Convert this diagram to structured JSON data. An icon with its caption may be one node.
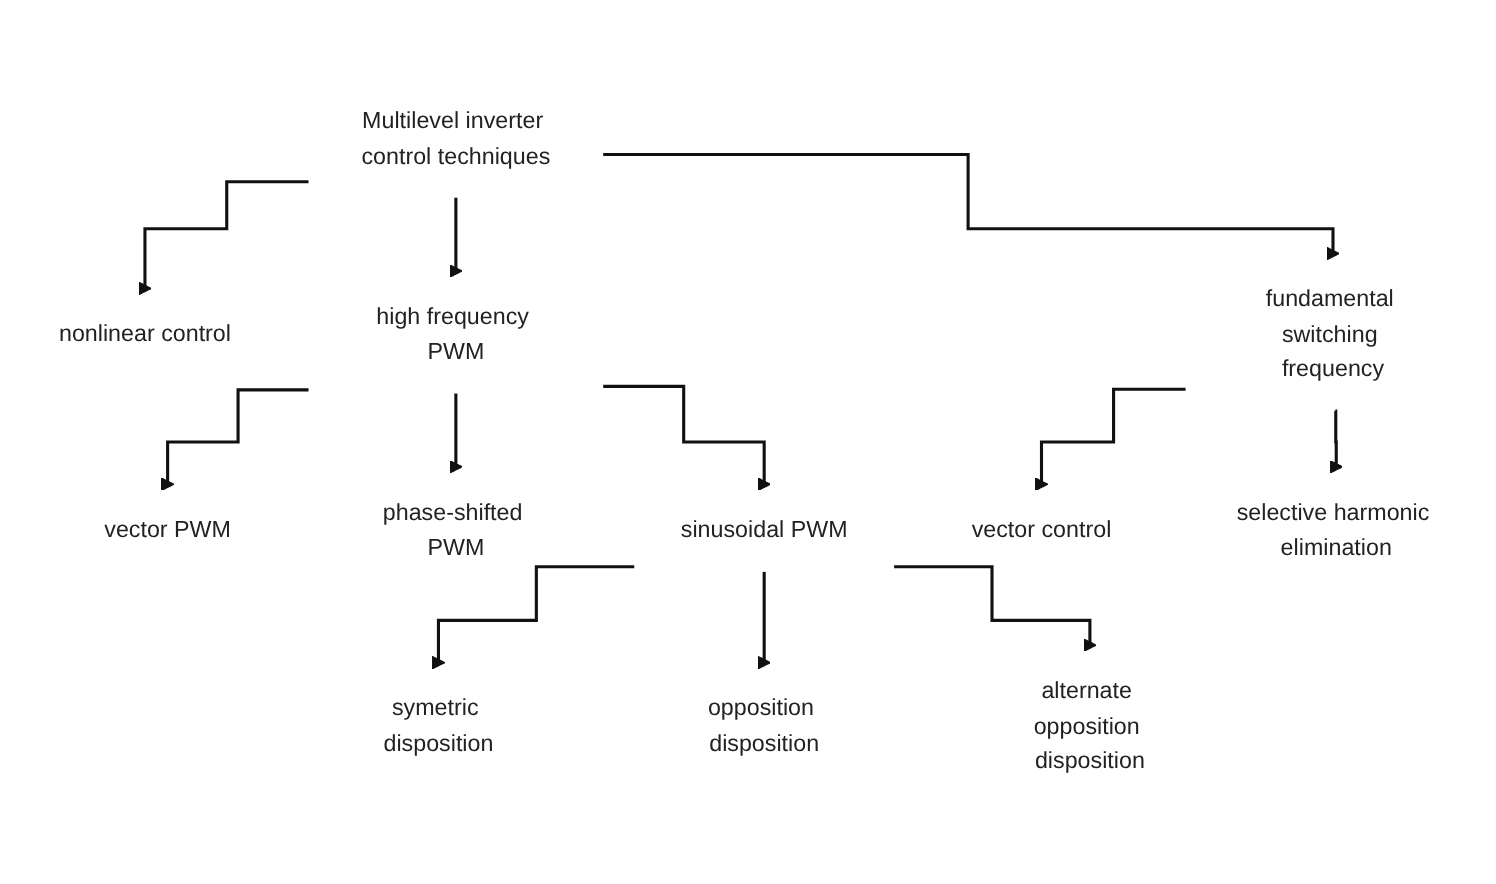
{
  "diagram": {
    "nodes": [
      {
        "text": [
          "Multilevel inverter control techniques"
        ]
      },
      {
        "text": [
          "nonlinear control"
        ]
      },
      {
        "text": [
          "high frequency PWM"
        ]
      },
      {
        "text": [
          "fundamental switching frequency"
        ]
      },
      {
        "text": [
          "vector PWM"
        ]
      },
      {
        "text": [
          "phase-shifted PWM"
        ]
      },
      {
        "text": [
          "sinusoidal PWM"
        ]
      },
      {
        "text": [
          "vector control"
        ]
      },
      {
        "text": [
          "selective harmonic elimination"
        ]
      },
      {
        "text": [
          "symetric disposition"
        ]
      },
      {
        "text": [
          "opposition disposition"
        ]
      },
      {
        "text": [
          "alternate opposition disposition"
        ]
      }
    ],
    "edges": [
      {
        "from": 0,
        "to": 1,
        "arrow": "to"
      },
      {
        "from": 0,
        "to": 2,
        "arrow": "to"
      },
      {
        "from": 0,
        "to": 3,
        "arrow": "to"
      },
      {
        "from": 2,
        "to": 4,
        "arrow": "to"
      },
      {
        "from": 2,
        "to": 5,
        "arrow": "to"
      },
      {
        "from": 2,
        "to": 6,
        "arrow": "to"
      },
      {
        "from": 3,
        "to": 7,
        "arrow": "to"
      },
      {
        "from": 3,
        "to": 8,
        "arrow": "to"
      },
      {
        "from": 6,
        "to": 9,
        "arrow": "to"
      },
      {
        "from": 6,
        "to": 10,
        "arrow": "to"
      },
      {
        "from": 6,
        "to": 11,
        "arrow": "to"
      }
    ]
  }
}
